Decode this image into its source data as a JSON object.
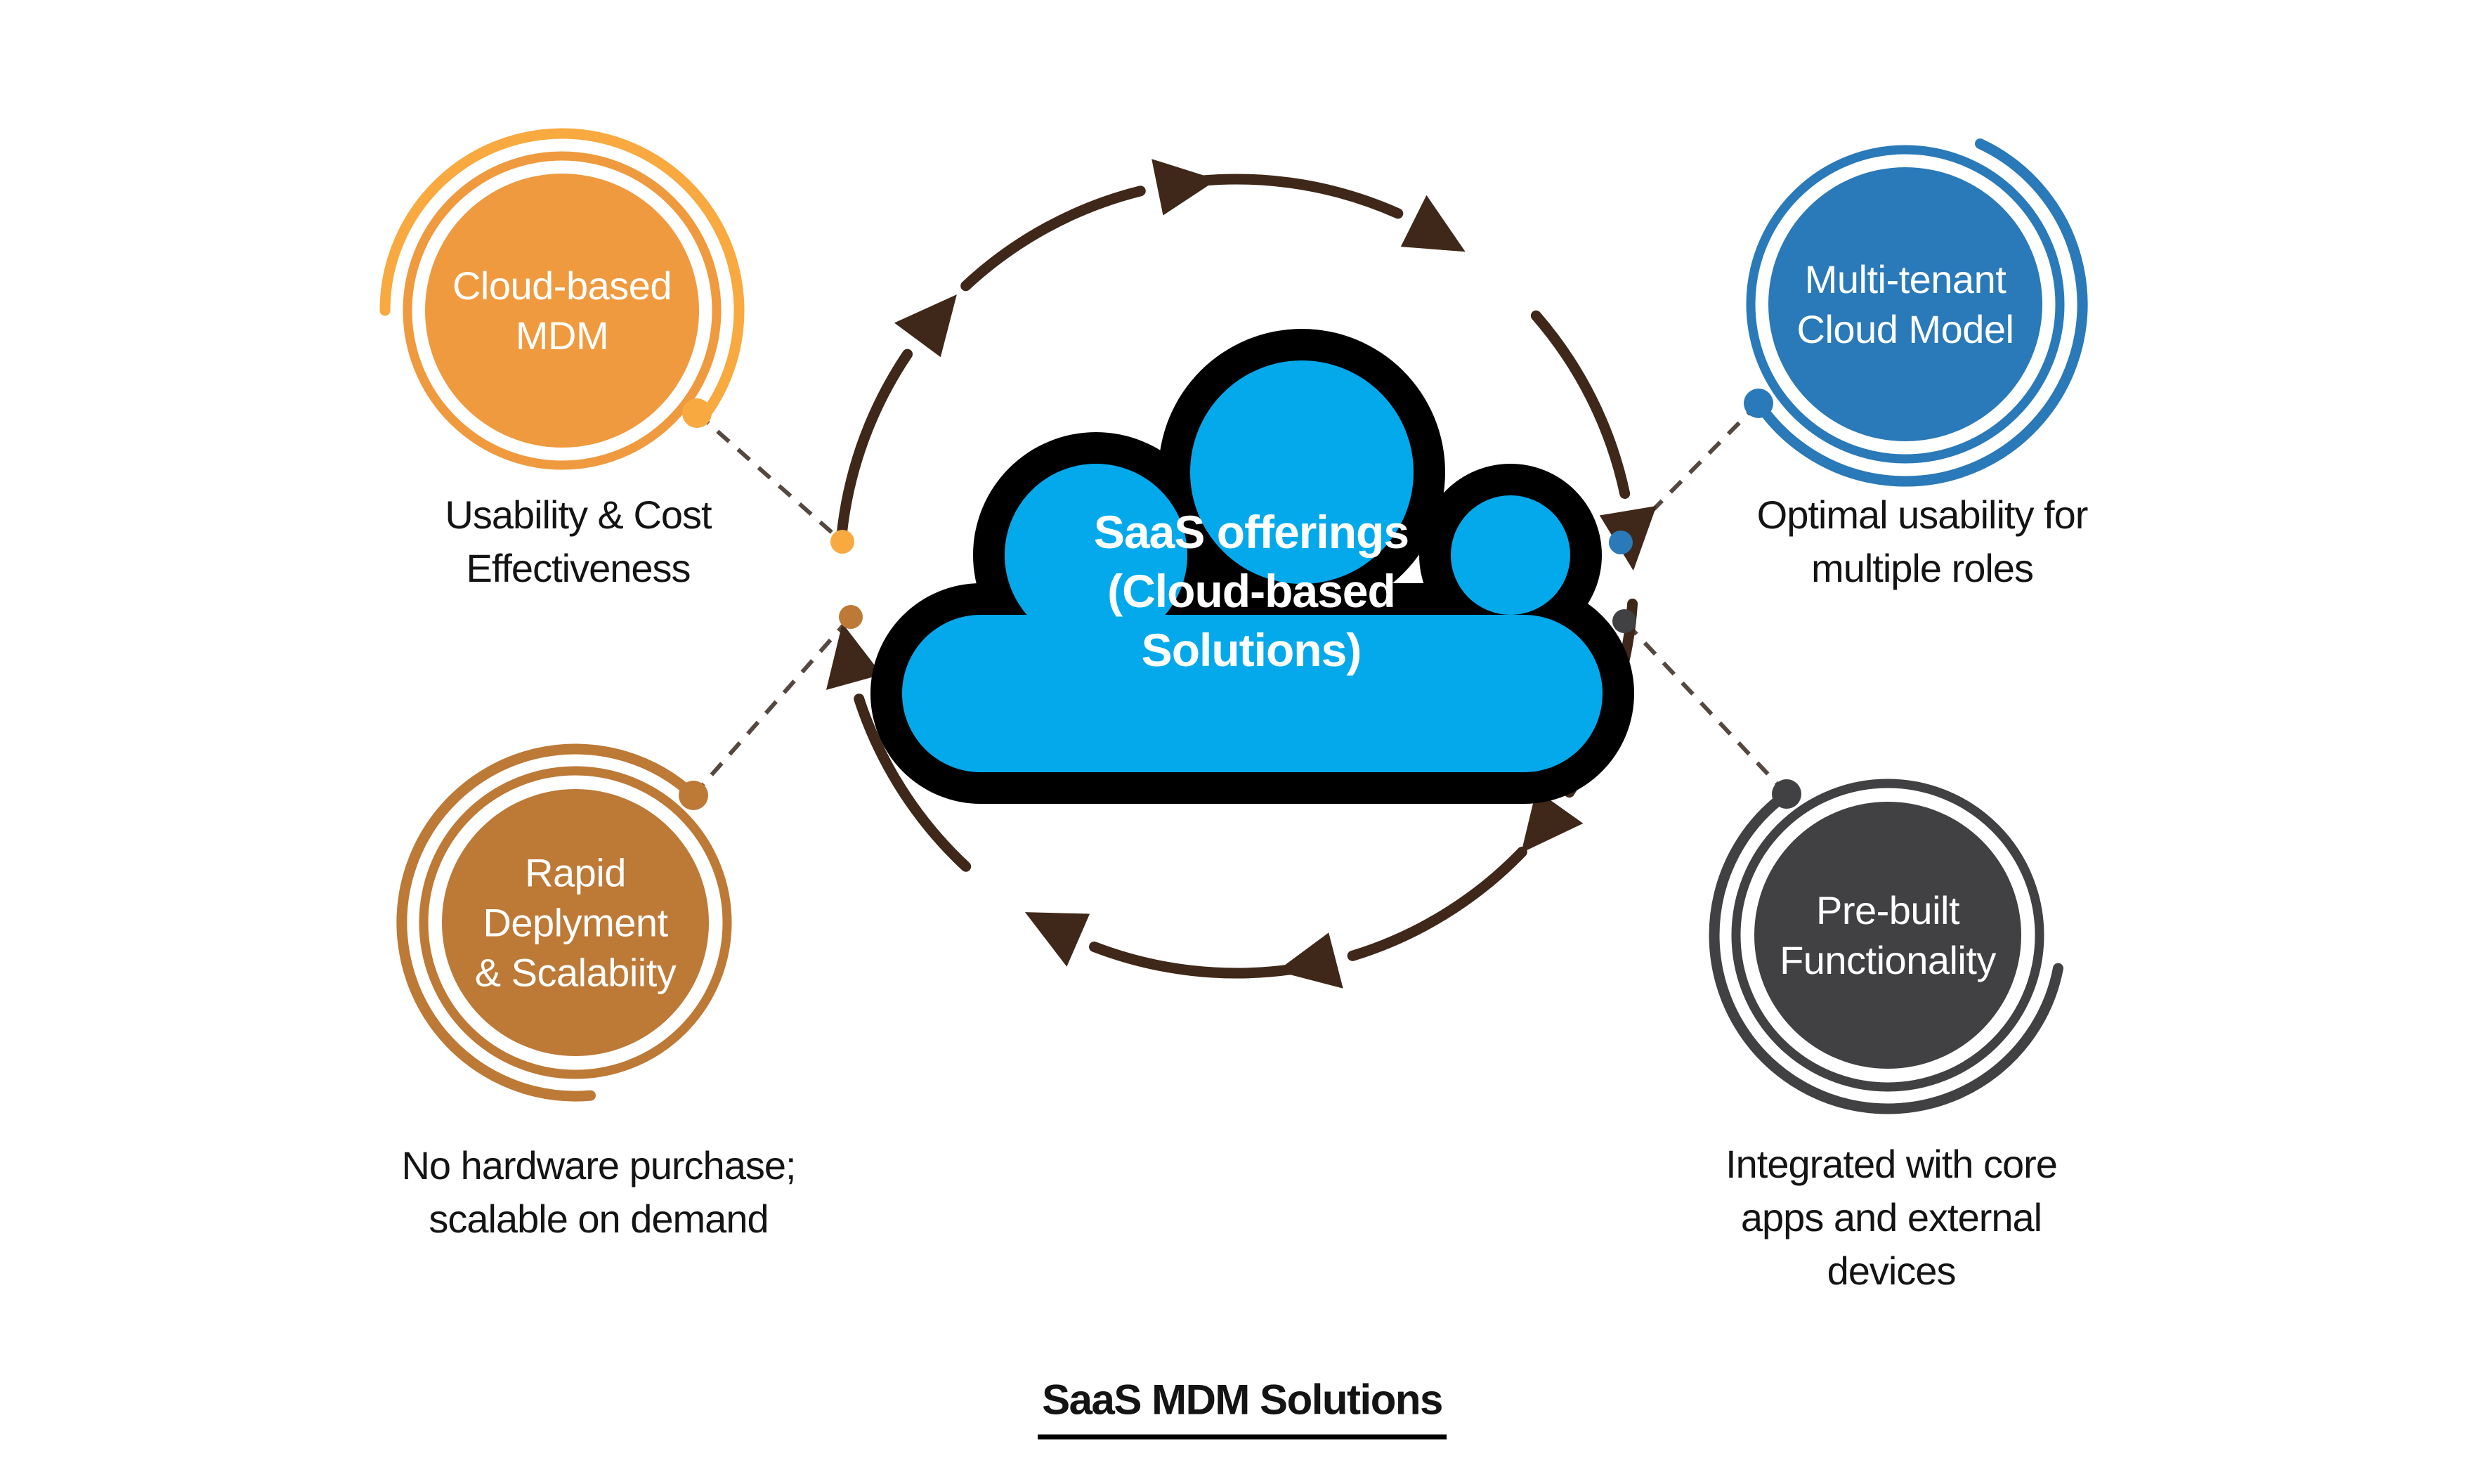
{
  "diagram_title": "SaaS MDM Solutions",
  "center_cloud": {
    "icon": "cloud-icon",
    "label_lines": [
      "SaaS offerings",
      "(Cloud-based",
      "Solutions)"
    ]
  },
  "nodes": [
    {
      "id": "cloud-based-mdm",
      "label_lines": [
        "Cloud-based",
        "MDM"
      ],
      "caption_lines": [
        "Usability & Cost",
        "Effectiveness"
      ],
      "color": "#EF9A3E"
    },
    {
      "id": "multi-tenant-cloud-model",
      "label_lines": [
        "Multi-tenant",
        "Cloud Model"
      ],
      "caption_lines": [
        "Optimal usability for",
        "multiple roles"
      ],
      "color": "#2A79B8"
    },
    {
      "id": "rapid-deployment-scalability",
      "label_lines": [
        "Rapid",
        "Deplyment",
        "& Scalabiity"
      ],
      "caption_lines": [
        "No hardware purchase;",
        "scalable on demand"
      ],
      "color": "#BD7936"
    },
    {
      "id": "pre-built-functionality",
      "label_lines": [
        "Pre-built",
        "Functionality"
      ],
      "caption_lines": [
        "Integrated with core",
        "apps and external",
        "devices"
      ],
      "color": "#414042"
    }
  ],
  "colors": {
    "orange": "#EF9A3E",
    "orange-light": "#F8A93F",
    "blue": "#2A79B8",
    "brown": "#BD7936",
    "dark": "#414042",
    "cloud-fill": "#04A9EC",
    "cloud-outline": "#000000",
    "arrow": "#3F2819",
    "dash": "#554840",
    "text": "#141414"
  }
}
